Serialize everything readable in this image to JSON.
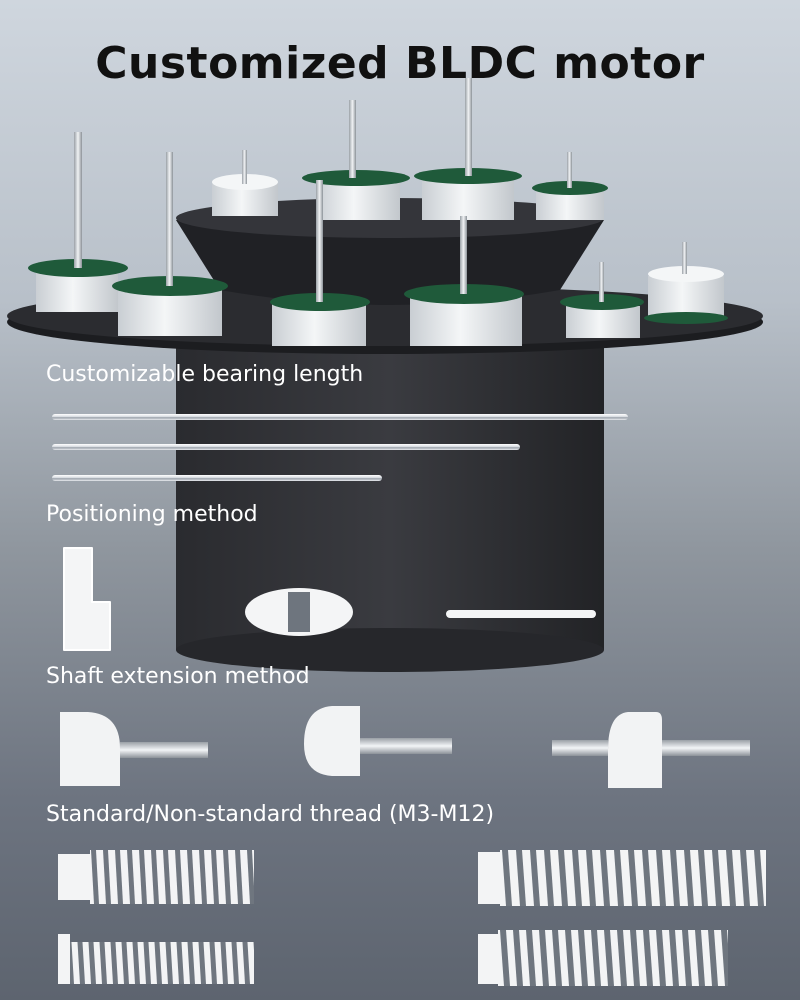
{
  "title": "Customized BLDC motor",
  "sections": {
    "bearing": "Customizable bearing length",
    "positioning": "Positioning method",
    "shaft": "Shaft extension method",
    "thread": "Standard/Non-standard thread (M3-M12)"
  },
  "colors": {
    "text_title": "#111111",
    "text_label": "#ffffff",
    "pcb_green": "#1f5a3a",
    "motor_white": "#eceff1",
    "platform_black": "#1c1d20"
  }
}
